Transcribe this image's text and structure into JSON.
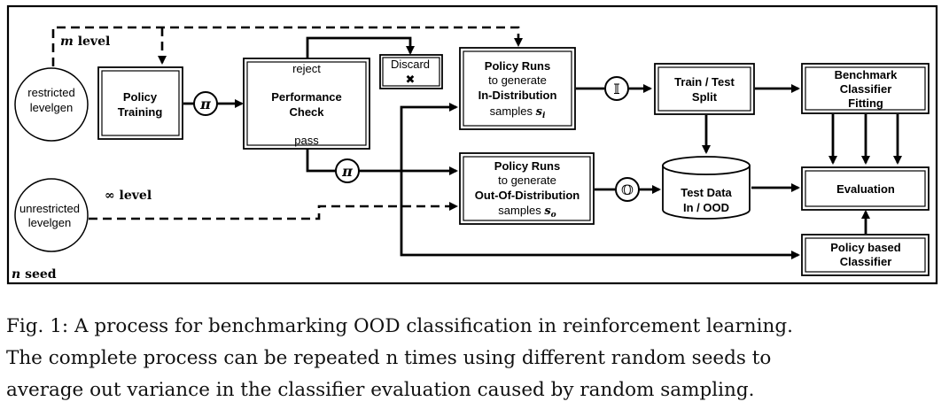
{
  "diagram": {
    "m_level": {
      "var": "m",
      "text": "level"
    },
    "inf_level": {
      "var": "∞",
      "text": "level"
    },
    "n_seed": {
      "var": "n",
      "text": "seed"
    },
    "restricted": [
      "restricted",
      "levelgen"
    ],
    "unrestricted": [
      "unrestricted",
      "levelgen"
    ],
    "policy_training": [
      "Policy",
      "Training"
    ],
    "performance_check": {
      "reject": "reject",
      "title": [
        "Performance",
        "Check"
      ],
      "pass": "pass"
    },
    "discard": {
      "label": "Discard",
      "mark": "✖"
    },
    "runs_in": {
      "title": "Policy Runs",
      "sub": "to generate",
      "name": "In-Distribution",
      "samples": "samples",
      "sym": "s",
      "sub_sym": "i"
    },
    "runs_out": {
      "title": "Policy Runs",
      "sub": "to generate",
      "name": "Out-Of-Distribution",
      "samples": "samples",
      "sym": "s",
      "sub_sym": "o"
    },
    "split": [
      "Train / Test",
      "Split"
    ],
    "test_data": [
      "Test Data",
      "In / OOD"
    ],
    "benchmark": [
      "Benchmark",
      "Classifier",
      "Fitting"
    ],
    "evaluation": "Evaluation",
    "policy_classifier": [
      "Policy based",
      "Classifier"
    ],
    "pi_symbol": "π",
    "in_symbol": "𝕀",
    "out_symbol": "𝕆"
  },
  "caption": [
    "Fig. 1: A process for benchmarking OOD classification in reinforcement learning.",
    "The complete process can be repeated n times using different random seeds to",
    "average out variance in the classifier evaluation caused by random sampling."
  ]
}
